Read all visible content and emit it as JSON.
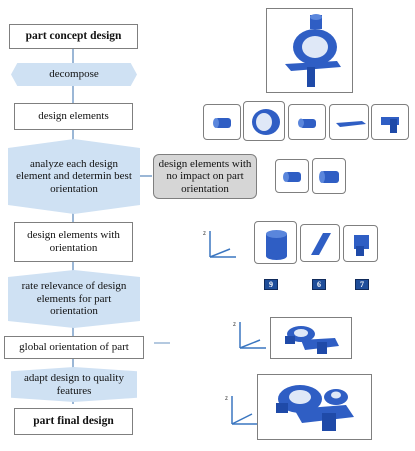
{
  "flow": {
    "start": "part concept design",
    "decompose": "decompose",
    "design_elements": "design elements",
    "analyze": "analyze each design element and determin best orientation",
    "with_orientation": "design elements with orientation",
    "rate": "rate relevance of design elements for part orientation",
    "global": "global orientation of part",
    "adapt": "adapt design to quality features",
    "final": "part final design"
  },
  "side_note": "design elements with no impact on part orientation",
  "ratings": [
    "9",
    "6",
    "7"
  ],
  "colors": {
    "flow_step": "#cfe1f3",
    "part_blue": "#2f5ec4",
    "badge": "#1f4e9a",
    "axis": "#3a76c0"
  },
  "axis_label": "z"
}
